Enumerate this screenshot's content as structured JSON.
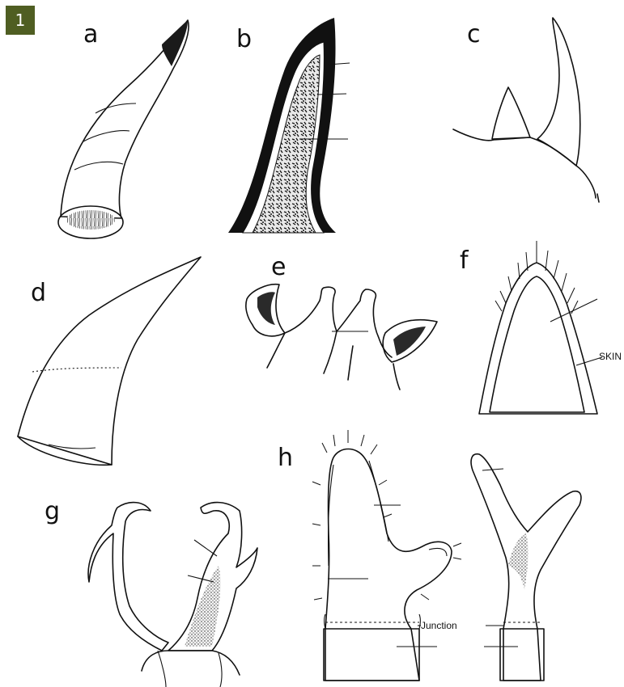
{
  "figure_number": "1",
  "panels": [
    {
      "letter": "a"
    },
    {
      "letter": "b"
    },
    {
      "letter": "c"
    },
    {
      "letter": "d"
    },
    {
      "letter": "e"
    },
    {
      "letter": "f"
    },
    {
      "letter": "g"
    },
    {
      "letter": "h"
    }
  ],
  "labels": {
    "skin": "SKIN",
    "junction": "Junction"
  }
}
